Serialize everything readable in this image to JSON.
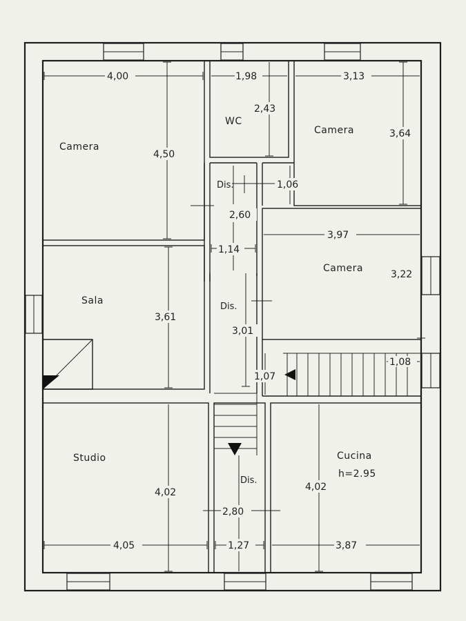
{
  "rooms": {
    "camera_nw": "Camera",
    "wc": "WC",
    "camera_ne": "Camera",
    "camera_e": "Camera",
    "sala": "Sala",
    "studio": "Studio",
    "cucina": "Cucina",
    "cucina_height": "h=2.95",
    "dis_top": "Dis.",
    "dis_mid": "Dis.",
    "dis_bottom": "Dis."
  },
  "dimensions": {
    "camera_nw_width": "4,00",
    "camera_nw_depth": "4,50",
    "wc_width": "1,98",
    "wc_depth": "2,43",
    "camera_ne_width": "3,13",
    "camera_ne_depth": "3,64",
    "dis_width": "1,06",
    "dis_length": "2,60",
    "corridor_width": "1,14",
    "camera_e_width": "3,97",
    "camera_e_depth": "3,22",
    "sala_depth": "3,61",
    "dis_mid_length": "3,01",
    "landing_depth": "1,07",
    "stair_width": "1,08",
    "studio_depth": "4,02",
    "studio_width": "4,05",
    "cucina_depth": "4,02",
    "cucina_width": "3,87",
    "dis_bottom_length": "2,80",
    "dis_bottom_width": "1,27"
  }
}
